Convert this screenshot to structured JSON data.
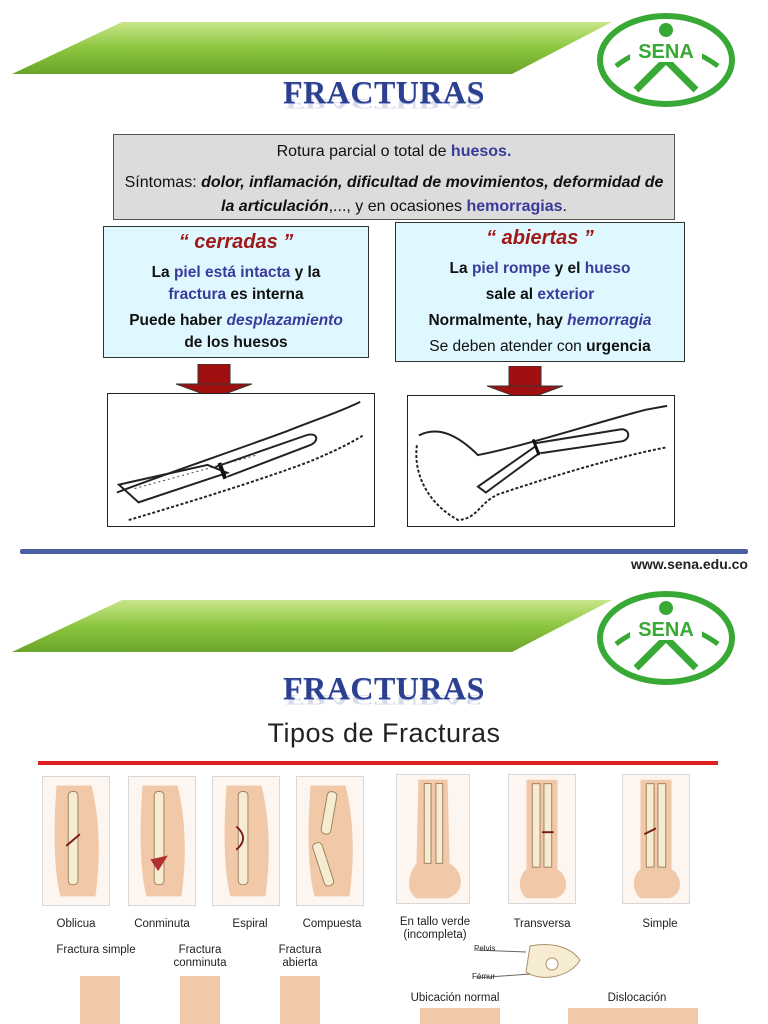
{
  "slide1": {
    "title": "FRACTURAS",
    "definition": {
      "line1_prefix": "Rotura parcial o total de ",
      "line1_emph": "huesos.",
      "line2_prefix": "Síntomas: ",
      "line2_emph": "dolor, inflamación, dificultad de movimientos, deformidad de la articulación",
      "line2_mid": ",..., y en ocasiones ",
      "line2_blue": "hemorragias",
      "line2_end": "."
    },
    "closed": {
      "title": "“ cerradas ”",
      "l1_a": "La ",
      "l1_b": "piel está intacta",
      "l1_c": " y la",
      "l2_a": "fractura",
      "l2_b": " es interna",
      "l3_a": "Puede haber ",
      "l3_b": "desplazamiento",
      "l4": "de los huesos"
    },
    "open": {
      "title": "“ abiertas ”",
      "l1_a": "La ",
      "l1_b": "piel rompe",
      "l1_c": " y el ",
      "l1_d": "hueso",
      "l2_a": "sale al ",
      "l2_b": "exterior",
      "l3_a": "Normalmente, hay ",
      "l3_b": "hemorragia",
      "l4_a": "Se deben atender con ",
      "l4_b": "urgencia"
    },
    "url": "www.sena.edu.co",
    "logo_text": "SENA"
  },
  "slide2": {
    "title": "FRACTURAS",
    "subtitle": "Tipos de Fracturas",
    "logo_text": "SENA",
    "types": [
      {
        "label": "Oblicua"
      },
      {
        "label": "Conminuta"
      },
      {
        "label": "Espiral"
      },
      {
        "label": "Compuesta"
      },
      {
        "label": "En tallo verde (incompleta)"
      },
      {
        "label": "Transversa"
      },
      {
        "label": "Simple"
      }
    ],
    "lower_labels": {
      "fractura_simple": "Fractura simple",
      "fractura_conminuta": "Fractura conminuta",
      "fractura_abierta": "Fractura abierta",
      "pelvis": "Pelvis",
      "femur": "Fémur",
      "ubicacion_normal": "Ubicación normal",
      "dislocacion": "Dislocación"
    }
  },
  "colors": {
    "banner_green": "#8cc63f",
    "title_blue": "#2d3f8f",
    "case_red": "#a01818",
    "arrow_red": "#a01010",
    "logo_green": "#39a935",
    "divider_blue": "#4a5fa0"
  }
}
